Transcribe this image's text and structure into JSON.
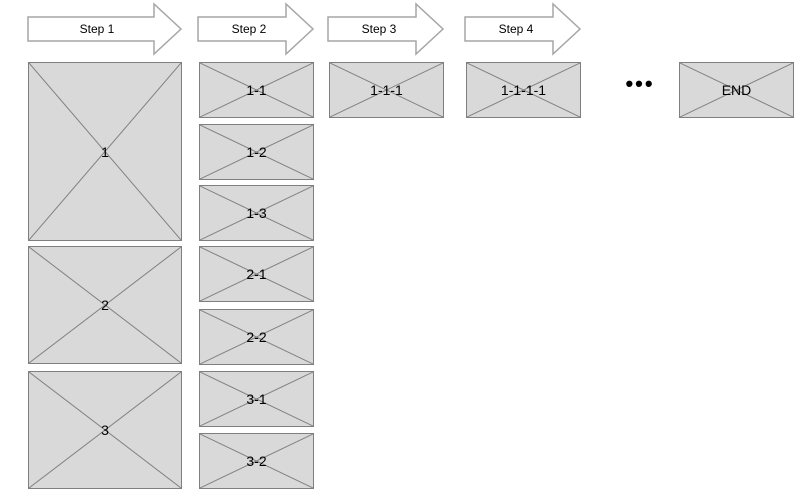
{
  "steps": [
    {
      "label": "Step 1"
    },
    {
      "label": "Step 2"
    },
    {
      "label": "Step 3"
    },
    {
      "label": "Step 4"
    }
  ],
  "boxes": {
    "b1": "1",
    "b2": "2",
    "b3": "3",
    "b11": "1-1",
    "b12": "1-2",
    "b13": "1-3",
    "b21": "2-1",
    "b22": "2-2",
    "b31": "3-1",
    "b32": "3-2",
    "b111": "1-1-1",
    "b1111": "1-1-1-1",
    "end": "END"
  },
  "ellipsis": "•••",
  "colors": {
    "box_fill": "#d9d9d9",
    "box_border": "#7f7f7f",
    "arrow_fill": "#ffffff",
    "arrow_stroke": "#a6a6a6"
  }
}
